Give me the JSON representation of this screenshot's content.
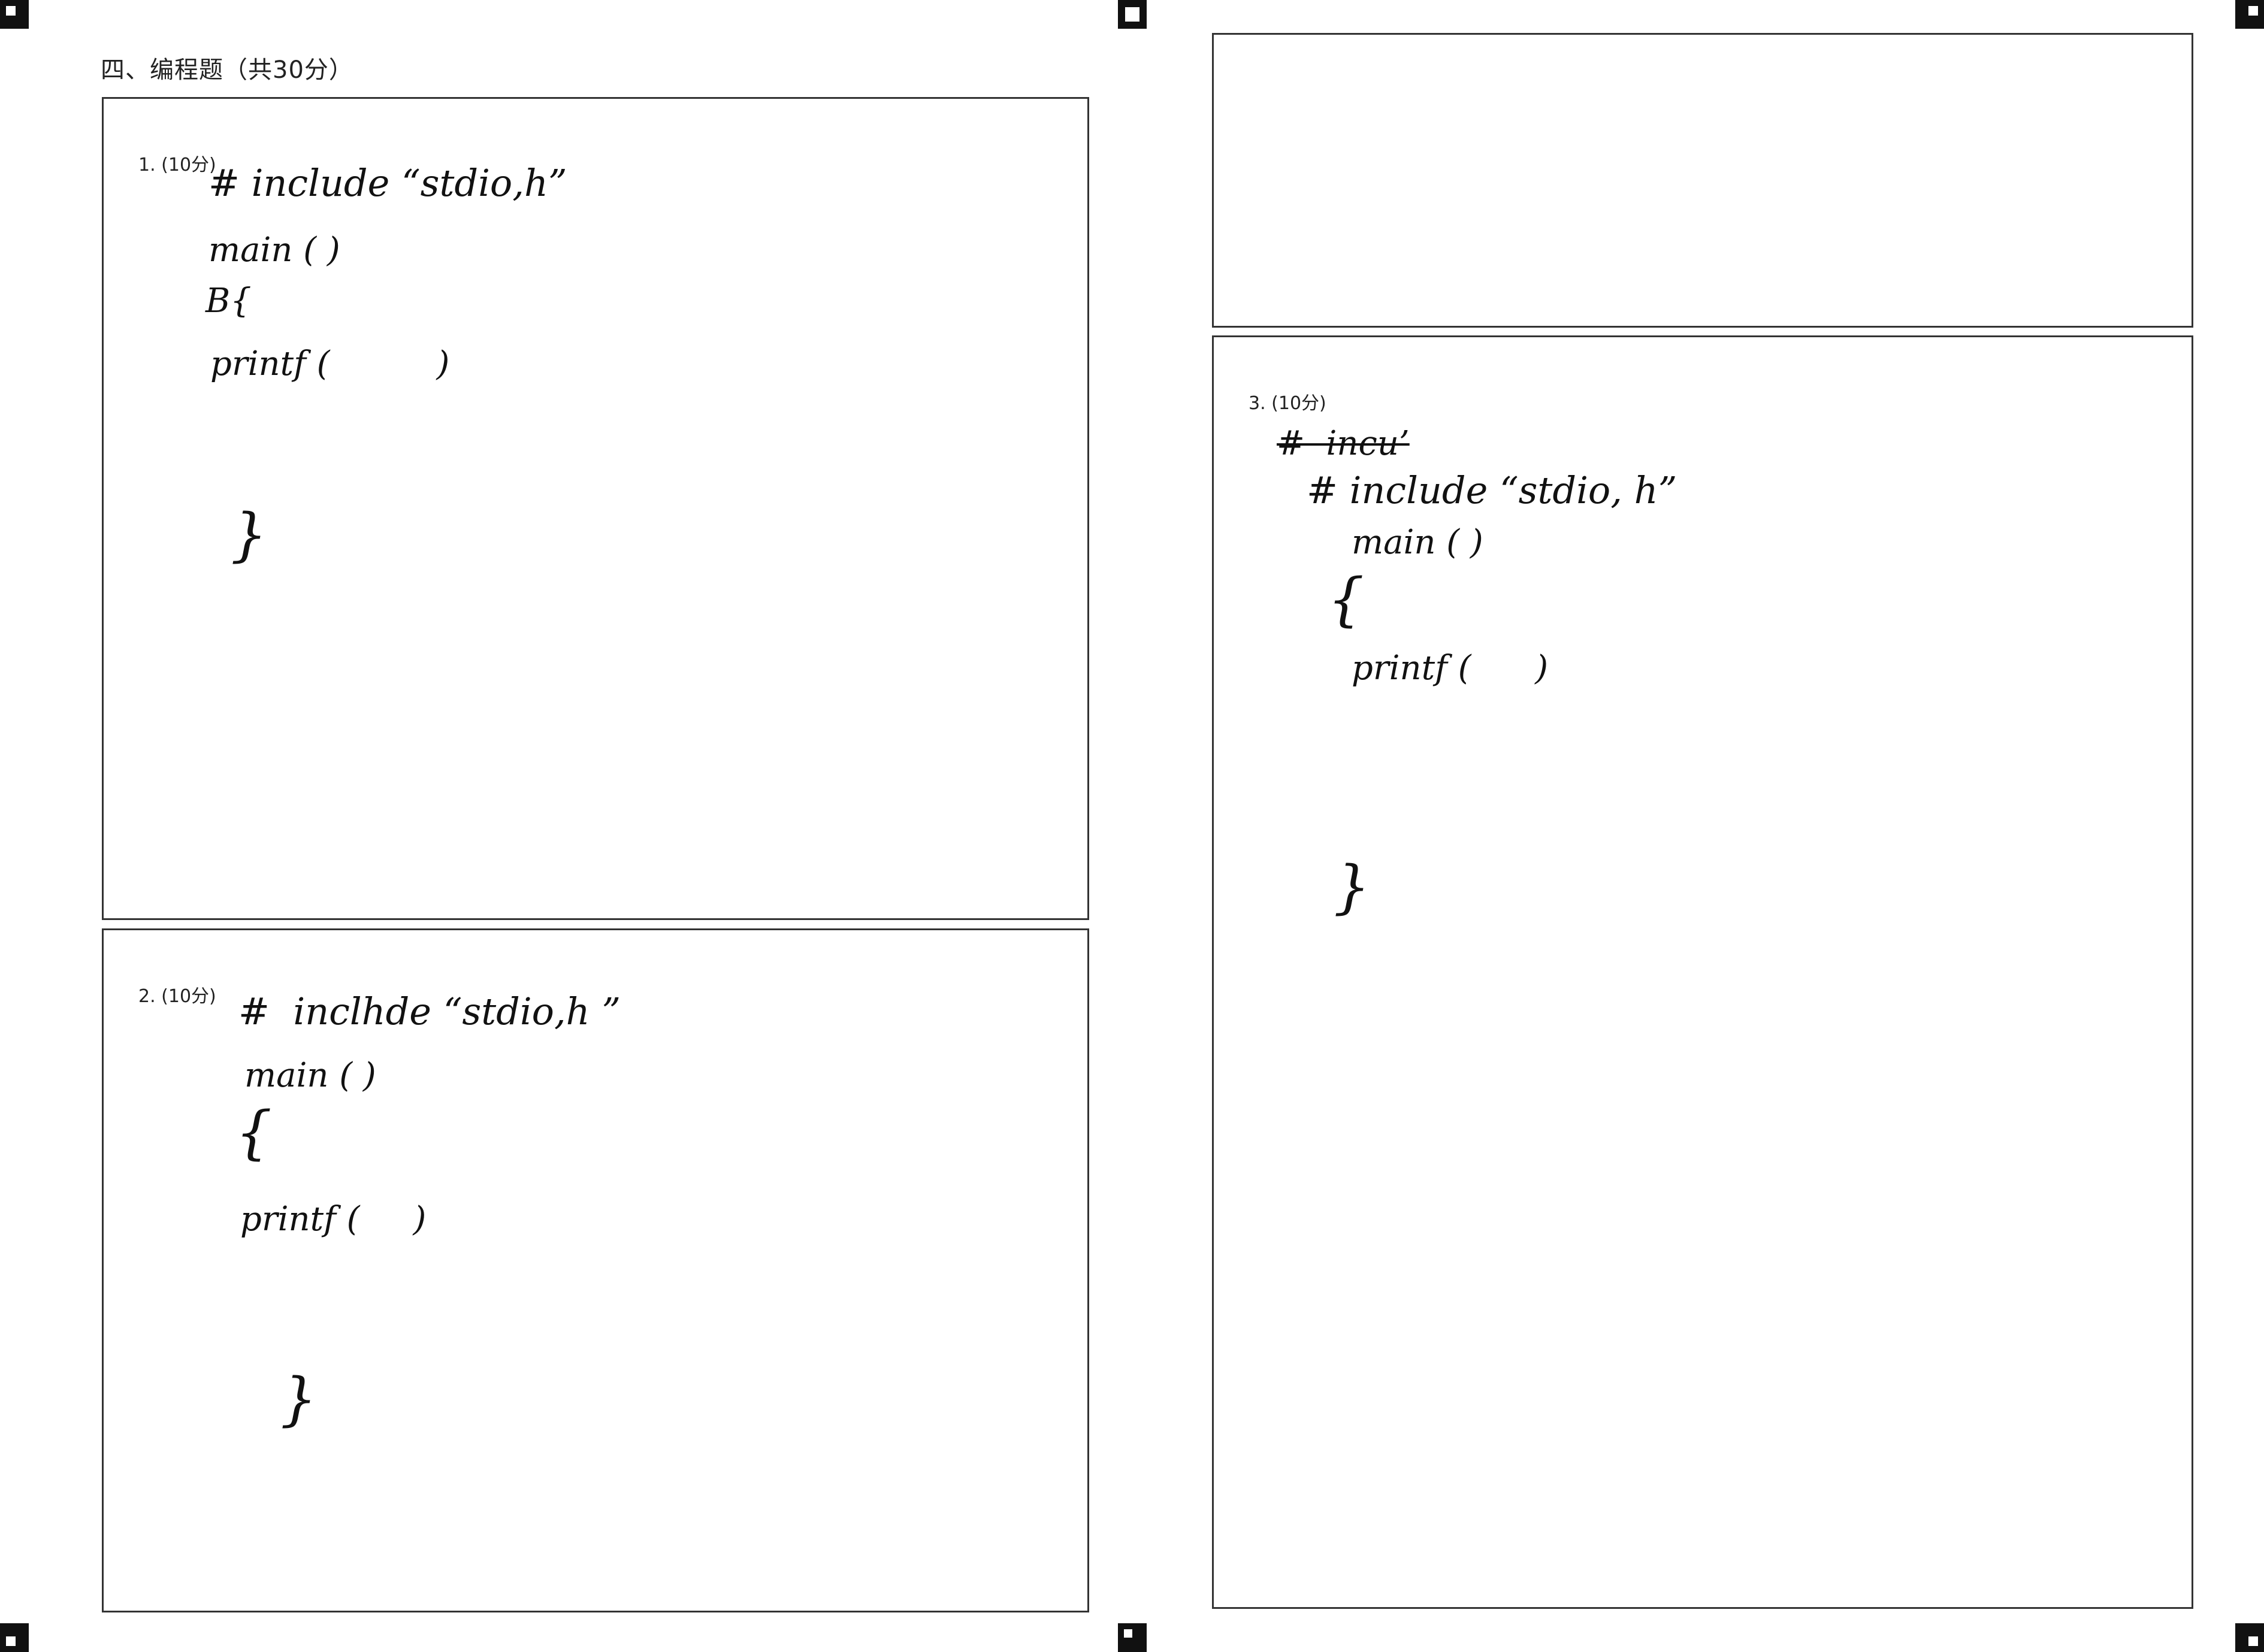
{
  "section": {
    "title": "四、编程题（共30分）"
  },
  "questions": [
    {
      "label": "1. (10分)",
      "lines": [
        "# include “stdio,h”",
        "main ( )",
        "B{",
        "printf (          )",
        "}"
      ]
    },
    {
      "label": "2. (10分)",
      "lines": [
        "#  inclhde “stdio,h ”",
        "main ( )",
        "{",
        "printf (     )",
        "}"
      ]
    },
    {
      "label": "3. (10分)",
      "struck": "#  incu’",
      "lines": [
        "# include “stdio, h”",
        "main ( )",
        "{",
        "printf (      )",
        "}"
      ]
    }
  ]
}
